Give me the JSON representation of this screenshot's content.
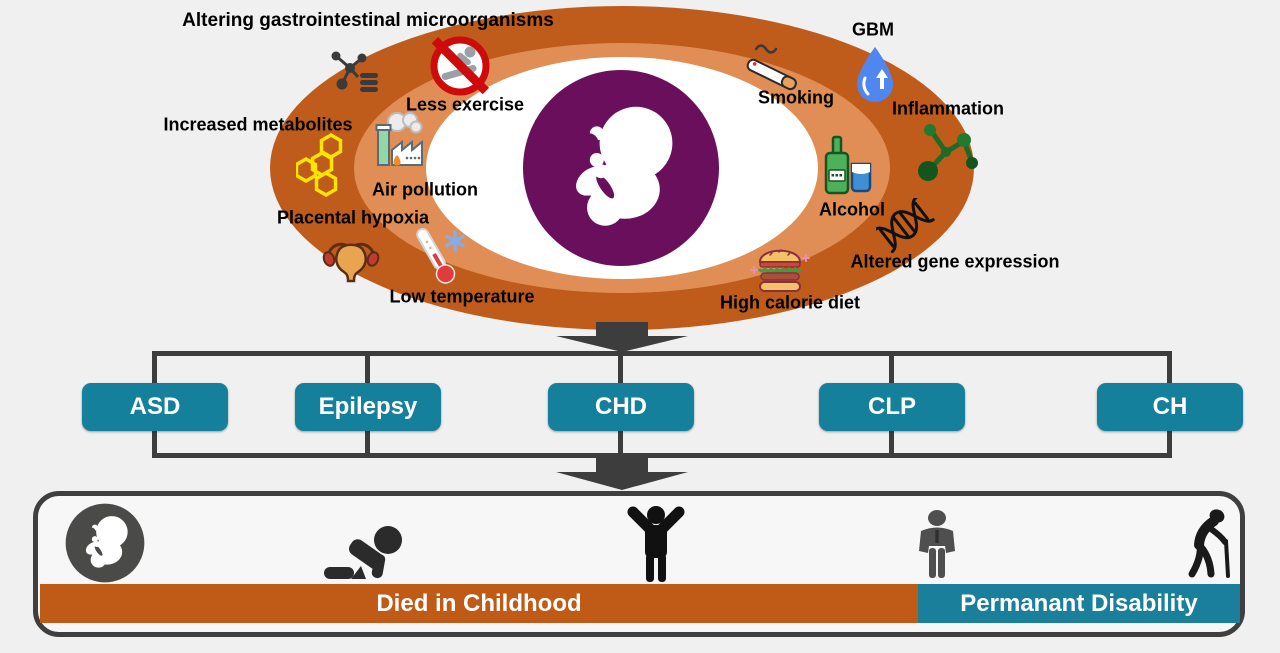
{
  "figure_type": "prenatal risk factor diagram",
  "risk_factors": [
    {
      "label": "Altering gastrointestinal microorganisms",
      "icon": "microbes-icon"
    },
    {
      "label": "Less exercise",
      "icon": "no-exercise-icon"
    },
    {
      "label": "Increased metabolites",
      "icon": "metabolites-icon"
    },
    {
      "label": "Air pollution",
      "icon": "factory-icon"
    },
    {
      "label": "Placental hypoxia",
      "icon": "uterus-icon"
    },
    {
      "label": "Low temperature",
      "icon": "thermometer-snowflake-icon"
    },
    {
      "label": "Smoking",
      "icon": "cigarette-icon"
    },
    {
      "label": "GBM",
      "icon": "droplet-icon"
    },
    {
      "label": "Inflammation",
      "icon": "molecule-icon"
    },
    {
      "label": "Alcohol",
      "icon": "alcohol-bottle-glass-icon"
    },
    {
      "label": "Altered gene expression",
      "icon": "dna-icon"
    },
    {
      "label": "High calorie diet",
      "icon": "burger-icon"
    }
  ],
  "center_icon": "fetus-icon",
  "conditions": [
    "ASD",
    "Epilepsy",
    "CHD",
    "CLP",
    "CH"
  ],
  "life_stage_icons": [
    "fetus-stage-icon",
    "crawling-baby-icon",
    "child-icon",
    "adult-icon",
    "elderly-icon"
  ],
  "outcomes": {
    "died_label": "Died in Childhood",
    "disability_label": "Permanant Disability"
  },
  "colors": {
    "outer_ring": "#bf5c1c",
    "middle_ring": "#e08e55",
    "inner_ellipse": "#ffffff",
    "womb_circle": "#6a0f5c",
    "condition_button": "#15809c",
    "arrow_gray": "#3d3d3d",
    "died_bar": "#c05a17",
    "disability_bar": "#1a7f9b",
    "prohibition_red": "#cf0a0a",
    "metabolites_yellow": "#ffe400"
  }
}
